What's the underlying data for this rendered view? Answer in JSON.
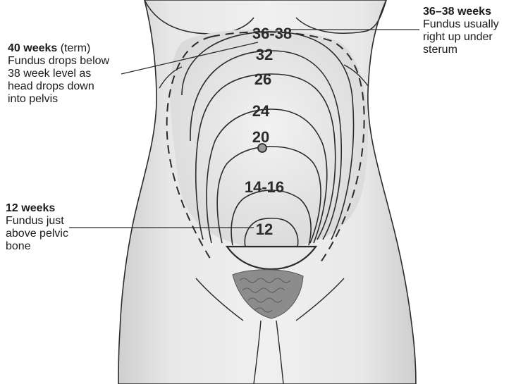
{
  "levels": [
    "36-38",
    "32",
    "26",
    "24",
    "20",
    "14-16",
    "12"
  ],
  "callouts": {
    "term": {
      "title": "40 weeks",
      "qualifier": " (term)",
      "lines": [
        "Fundus drops below",
        "38 week level as",
        "head drops down",
        "into pelvis"
      ]
    },
    "near_term": {
      "title": "36–38 weeks",
      "lines": [
        "Fundus usually",
        "right up under",
        "sterum"
      ]
    },
    "first_trimester": {
      "title": "12 weeks",
      "lines": [
        "Fundus just",
        "above pelvic",
        "bone"
      ]
    }
  },
  "colors": {
    "ink": "#2b2b2b",
    "skin": "#e6e6e6",
    "shade": "#c9c9c9",
    "hair": "#7a7a7a"
  }
}
